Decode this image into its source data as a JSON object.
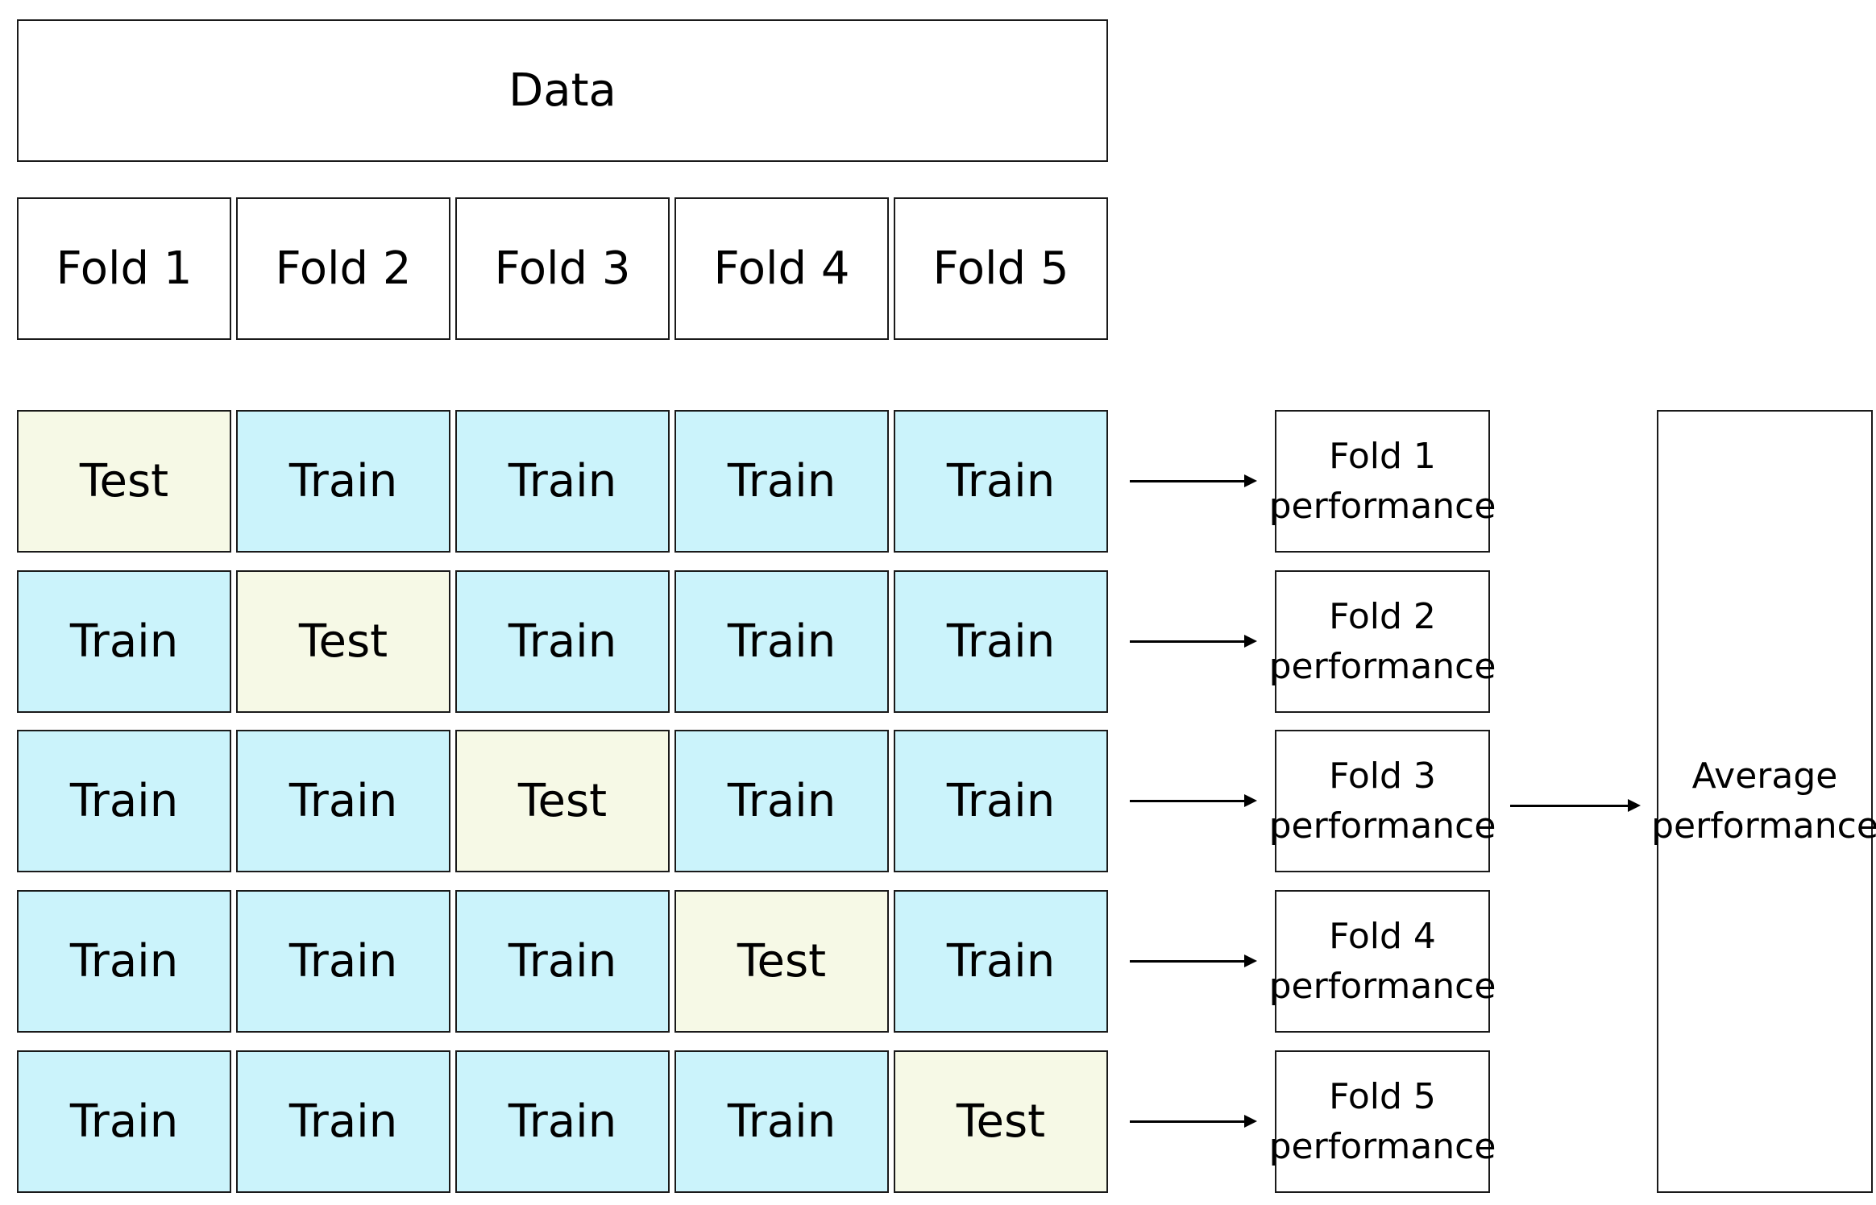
{
  "data_label": "Data",
  "folds": [
    "Fold 1",
    "Fold 2",
    "Fold 3",
    "Fold 4",
    "Fold 5"
  ],
  "split_labels": {
    "test": "Test",
    "train": "Train"
  },
  "rows": [
    [
      "Test",
      "Train",
      "Train",
      "Train",
      "Train"
    ],
    [
      "Train",
      "Test",
      "Train",
      "Train",
      "Train"
    ],
    [
      "Train",
      "Train",
      "Test",
      "Train",
      "Train"
    ],
    [
      "Train",
      "Train",
      "Train",
      "Test",
      "Train"
    ],
    [
      "Train",
      "Train",
      "Train",
      "Train",
      "Test"
    ]
  ],
  "performance": [
    {
      "line1": "Fold 1",
      "line2": "performance"
    },
    {
      "line1": "Fold 2",
      "line2": "performance"
    },
    {
      "line1": "Fold 3",
      "line2": "performance"
    },
    {
      "line1": "Fold 4",
      "line2": "performance"
    },
    {
      "line1": "Fold 5",
      "line2": "performance"
    }
  ],
  "average": {
    "line1": "Average",
    "line2": "performance"
  },
  "colors": {
    "train_fill": "#cbf3fb",
    "test_fill": "#f6f9e6",
    "plain_fill": "#ffffff",
    "border": "#1a1a1a"
  }
}
